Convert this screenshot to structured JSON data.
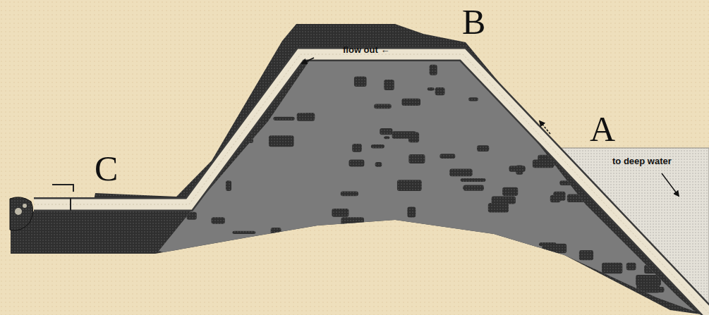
{
  "diagram": {
    "labels": [
      "B",
      "A",
      "C",
      "flow out ←",
      "to deep water"
    ]
  }
}
